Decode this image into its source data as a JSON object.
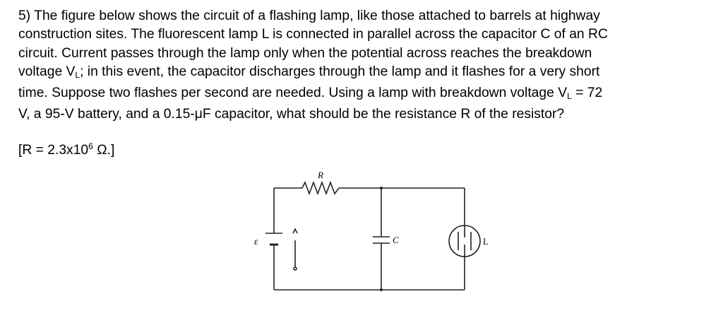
{
  "problem": {
    "number": "5)",
    "lines": [
      "The figure below shows the circuit of a flashing lamp, like those attached to barrels at highway",
      "construction sites. The fluorescent lamp L is connected in parallel across the capacitor C of an RC",
      "circuit. Current passes through the lamp only when the potential across reaches the breakdown"
    ],
    "line4_a": "voltage V",
    "line4_sub": "L",
    "line4_b": "; in this event, the capacitor discharges through the lamp and it flashes for a very short",
    "line5_a": "time. Suppose two flashes per second are needed. Using a lamp with breakdown voltage V",
    "line5_sub": "L",
    "line5_b": " = 72",
    "line6": "V, a 95-V battery, and a 0.15-μF capacitor, what should be the resistance R of the resistor?"
  },
  "answer": {
    "prefix": "[R = 2.3x10",
    "exponent": "6",
    "suffix": " Ω.]"
  },
  "circuit": {
    "resistor_label": "R",
    "emf_label": "ε",
    "capacitor_label": "C",
    "lamp_label": "L"
  }
}
